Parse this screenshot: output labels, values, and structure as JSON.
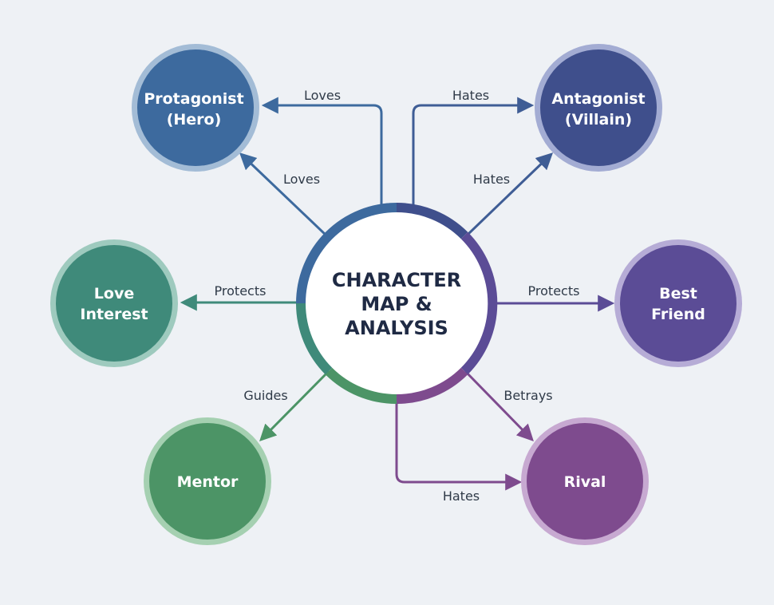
{
  "center": {
    "lines": [
      "CHARACTER",
      "MAP &",
      "ANALYSIS"
    ]
  },
  "nodes": [
    {
      "id": "protagonist",
      "lines": [
        "Protagonist",
        "(Hero)"
      ],
      "color": "#3d6a9e",
      "ring": "#a3bcd6"
    },
    {
      "id": "antagonist",
      "lines": [
        "Antagonist",
        "(Villain)"
      ],
      "color": "#3f4f8c",
      "ring": "#a3acd3"
    },
    {
      "id": "love-interest",
      "lines": [
        "Love",
        "Interest"
      ],
      "color": "#3f8a7a",
      "ring": "#9ecabe"
    },
    {
      "id": "best-friend",
      "lines": [
        "Best",
        "Friend"
      ],
      "color": "#5b4c96",
      "ring": "#b6acd6"
    },
    {
      "id": "mentor",
      "lines": [
        "Mentor"
      ],
      "color": "#4c9466",
      "ring": "#a5d0b1"
    },
    {
      "id": "rival",
      "lines": [
        "Rival"
      ],
      "color": "#7e4b8e",
      "ring": "#c7a9d1"
    }
  ],
  "edges": [
    {
      "id": "center-protagonist-top",
      "label": "Loves",
      "color": "#3d6a9e"
    },
    {
      "id": "center-protagonist-diag",
      "label": "Loves",
      "color": "#3d6a9e"
    },
    {
      "id": "center-antagonist-top",
      "label": "Hates",
      "color": "#3f5d95"
    },
    {
      "id": "center-antagonist-diag",
      "label": "Hates",
      "color": "#3f5d95"
    },
    {
      "id": "center-love-interest",
      "label": "Protects",
      "color": "#3f8a7a"
    },
    {
      "id": "center-best-friend",
      "label": "Protects",
      "color": "#5b4c96"
    },
    {
      "id": "center-mentor",
      "label": "Guides",
      "color": "#4c9466"
    },
    {
      "id": "center-rival-diag",
      "label": "Betrays",
      "color": "#7e4b8e"
    },
    {
      "id": "center-rival-bottom",
      "label": "Hates",
      "color": "#7e4b8e"
    }
  ],
  "colors": {
    "background": "#eef1f5",
    "center_fill": "#ffffff",
    "ring_blue": "#3d6a9e",
    "ring_indigo": "#3f4f8c",
    "ring_purple": "#5b4c96",
    "ring_plum": "#7e4b8e",
    "ring_green": "#4c9466",
    "ring_teal": "#3f8a7a"
  }
}
